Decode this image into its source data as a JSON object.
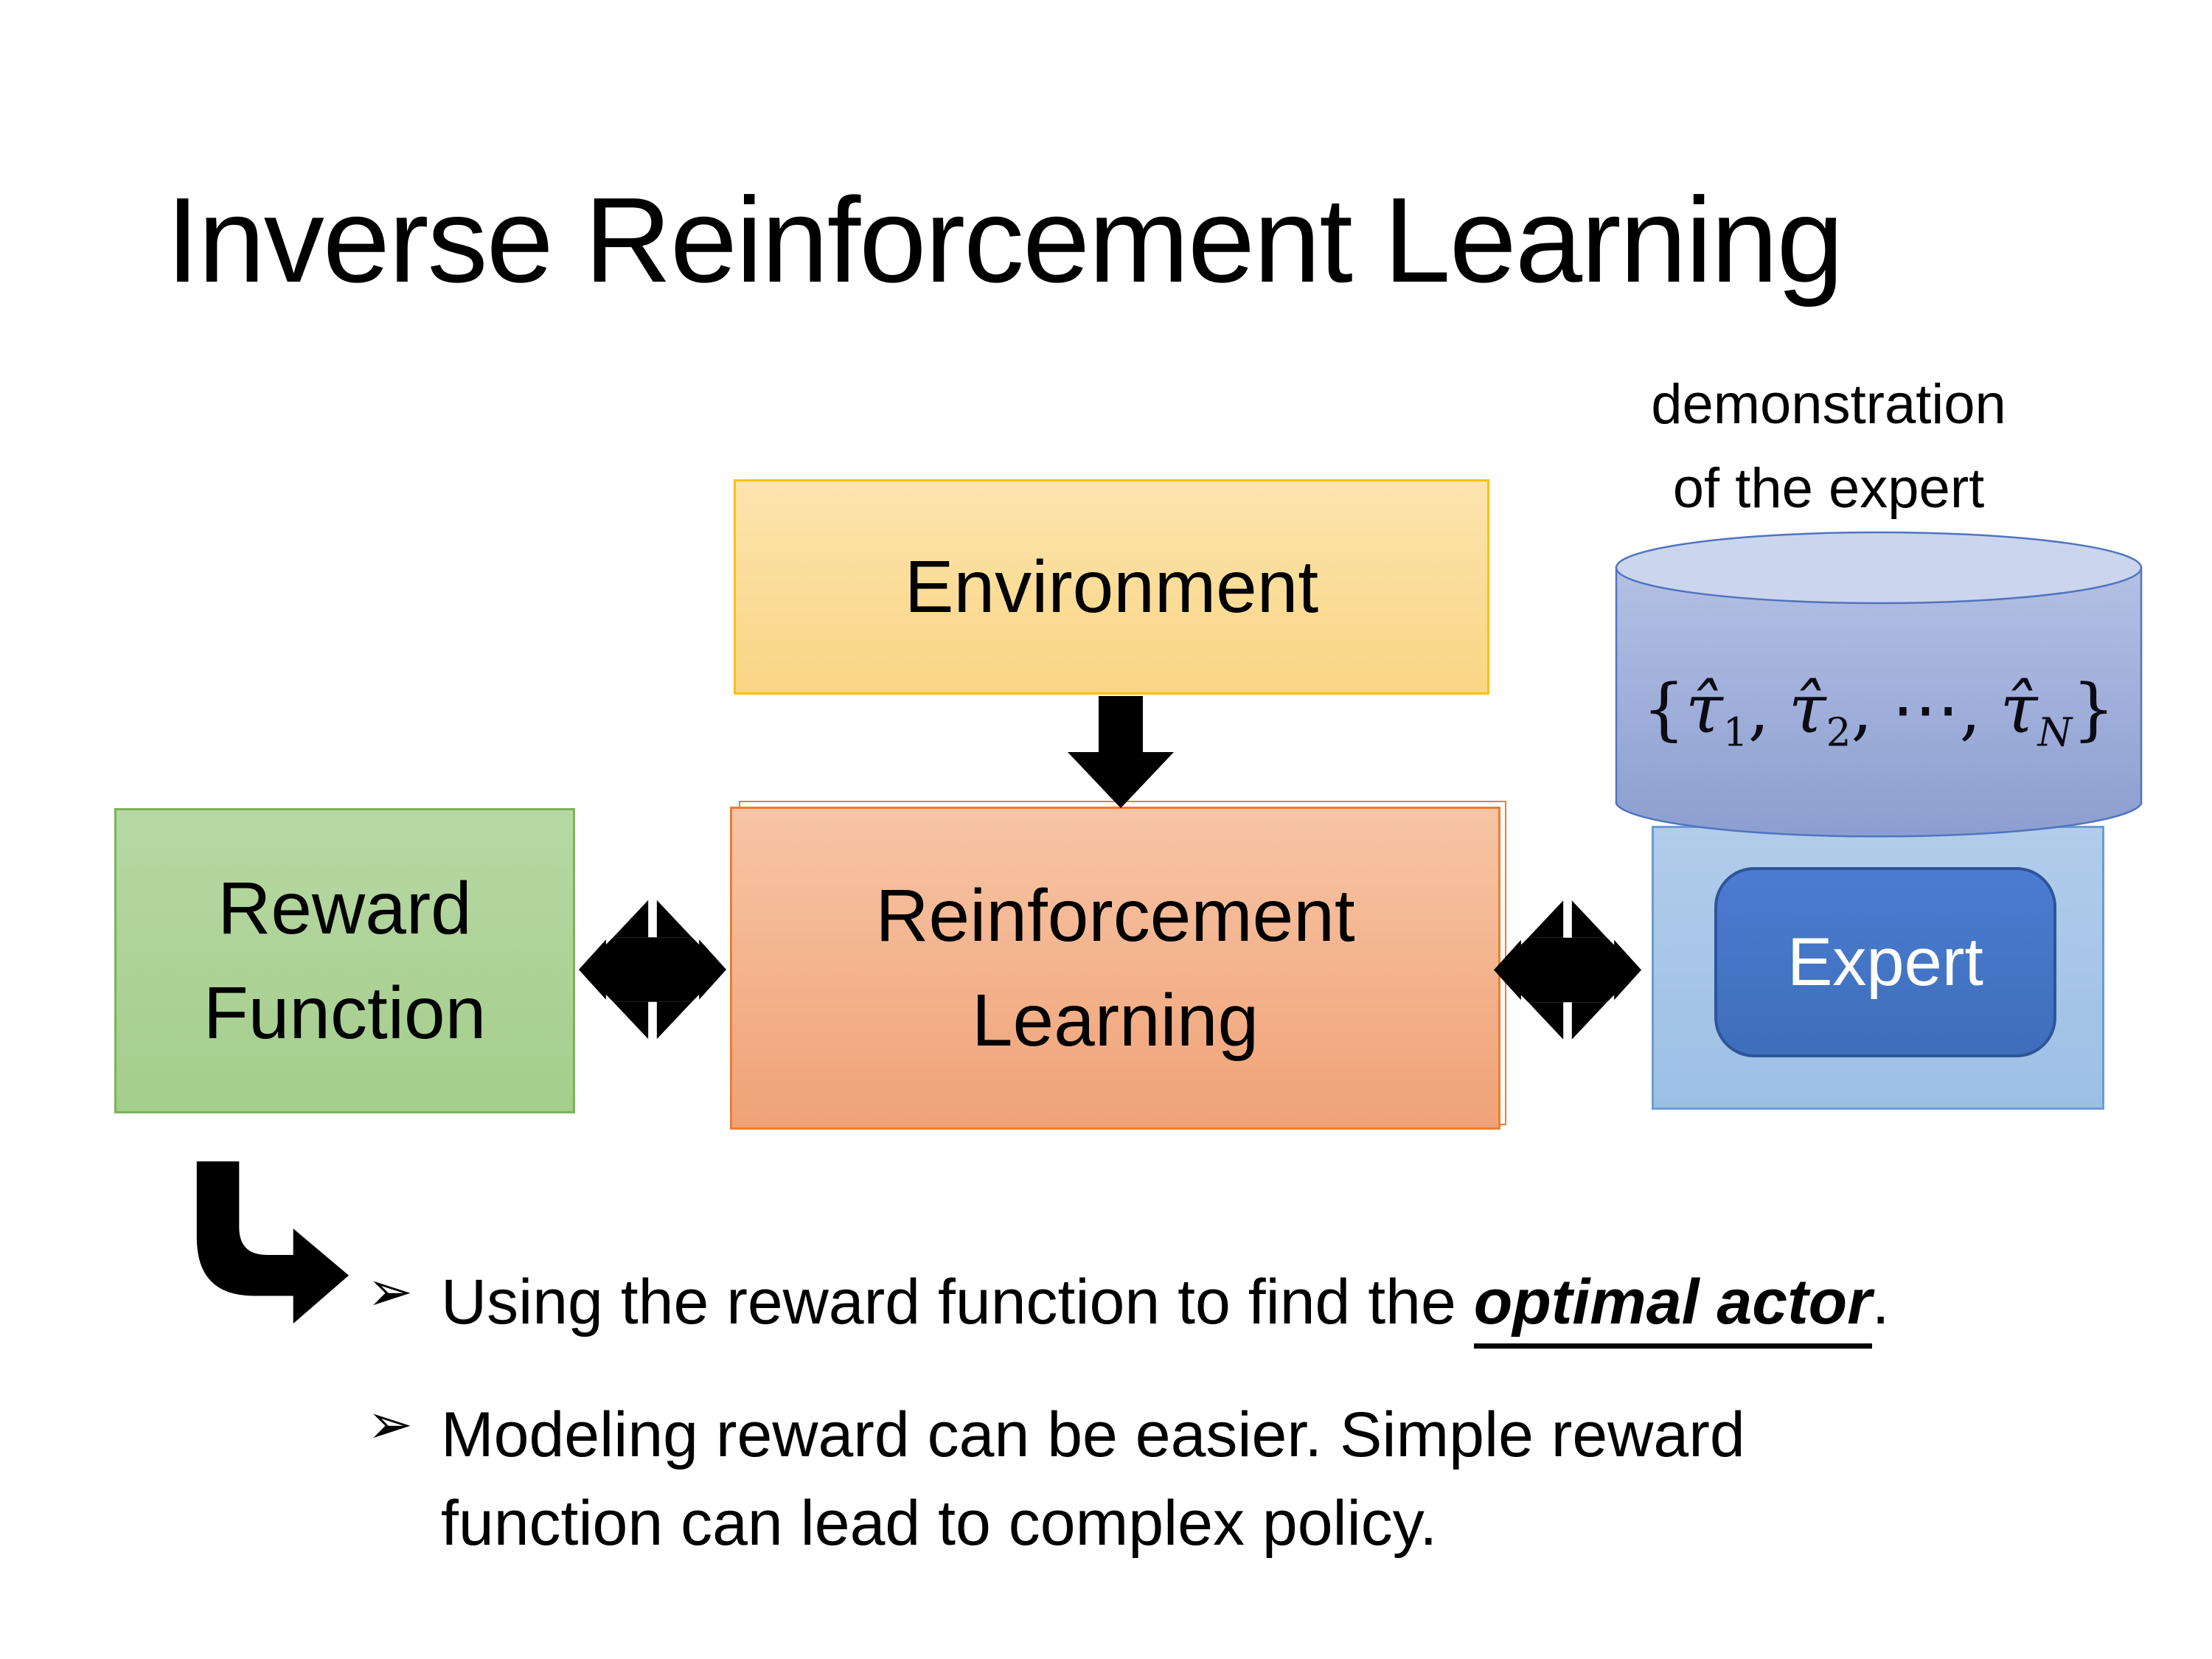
{
  "slide": {
    "title": "Inverse Reinforcement Learning"
  },
  "annotation": {
    "line1": "demonstration",
    "line2": "of the expert"
  },
  "boxes": {
    "environment": {
      "label": "Environment"
    },
    "reward": {
      "line1": "Reward",
      "line2": "Function"
    },
    "reinforcement_learning": {
      "line1": "Reinforcement",
      "line2": "Learning"
    },
    "expert": {
      "label": "Expert"
    }
  },
  "dataset_cylinder": {
    "open_brace": "{",
    "tau_hat": "τ̂",
    "sub_1": "1",
    "sub_2": "2",
    "comma": ",",
    "dots": "⋯",
    "sub_N": "N",
    "close_brace": "}"
  },
  "bullets": {
    "marker": "➢",
    "item1": {
      "prefix": "Using the reward function to find the ",
      "emphasis": "optimal actor",
      "suffix": "."
    },
    "item2": {
      "line1": "Modeling reward can be easier. Simple reward",
      "line2": "function can lead to complex policy."
    }
  },
  "colors": {
    "environment_border": "#FFC000",
    "environment_fill": "#FAD685",
    "reward_border": "#7CB25C",
    "reward_fill": "#A4CE8B",
    "rl_border": "#ED7D31",
    "rl_fill": "#F0A277",
    "expert_container_border": "#6B9BD2",
    "expert_container_fill": "#9CC0E5",
    "expert_box_fill": "#4472C4",
    "expert_box_border": "#2F5597",
    "cylinder_body_fill": "#9DACD8",
    "cylinder_top_fill": "#CBD5EE",
    "cylinder_stroke": "#4F74C0",
    "arrow_color": "#000000",
    "text_color": "#000000"
  }
}
